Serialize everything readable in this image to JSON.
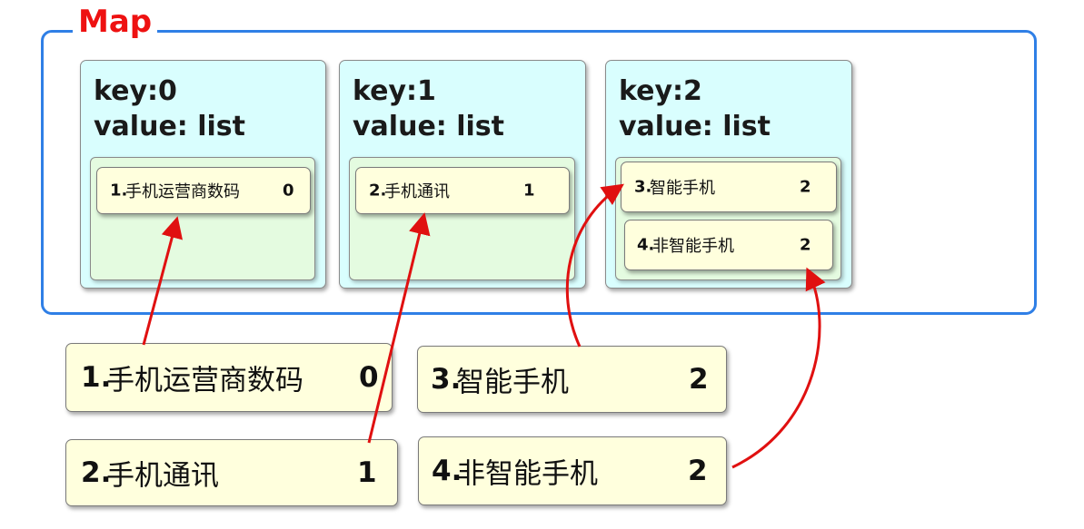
{
  "map": {
    "title": "Map"
  },
  "buckets": [
    {
      "key_label": "key:0",
      "value_label": "value: list",
      "items": [
        {
          "number": "1.",
          "name": "手机运营商数码",
          "id": "0"
        }
      ]
    },
    {
      "key_label": "key:1",
      "value_label": "value: list",
      "items": [
        {
          "number": "2.",
          "name": "手机通讯",
          "id": "1"
        }
      ]
    },
    {
      "key_label": "key:2",
      "value_label": "value: list",
      "items": [
        {
          "number": "3.",
          "name": "智能手机",
          "id": "2"
        },
        {
          "number": "4.",
          "name": "非智能手机",
          "id": "2"
        }
      ]
    }
  ],
  "source_items": [
    {
      "number": "1.",
      "name": "手机运营商数码",
      "id": "0"
    },
    {
      "number": "2.",
      "name": "手机通讯",
      "id": "1"
    },
    {
      "number": "3.",
      "name": "智能手机",
      "id": "2"
    },
    {
      "number": "4.",
      "name": "非智能手机",
      "id": "2"
    }
  ],
  "colors": {
    "map_border": "#2f7fe6",
    "map_title": "#ee1111",
    "bucket_fill": "#d9fefe",
    "list_fill": "#e4fbe0",
    "item_fill": "#ffffdd",
    "arrow": "#e01010"
  }
}
